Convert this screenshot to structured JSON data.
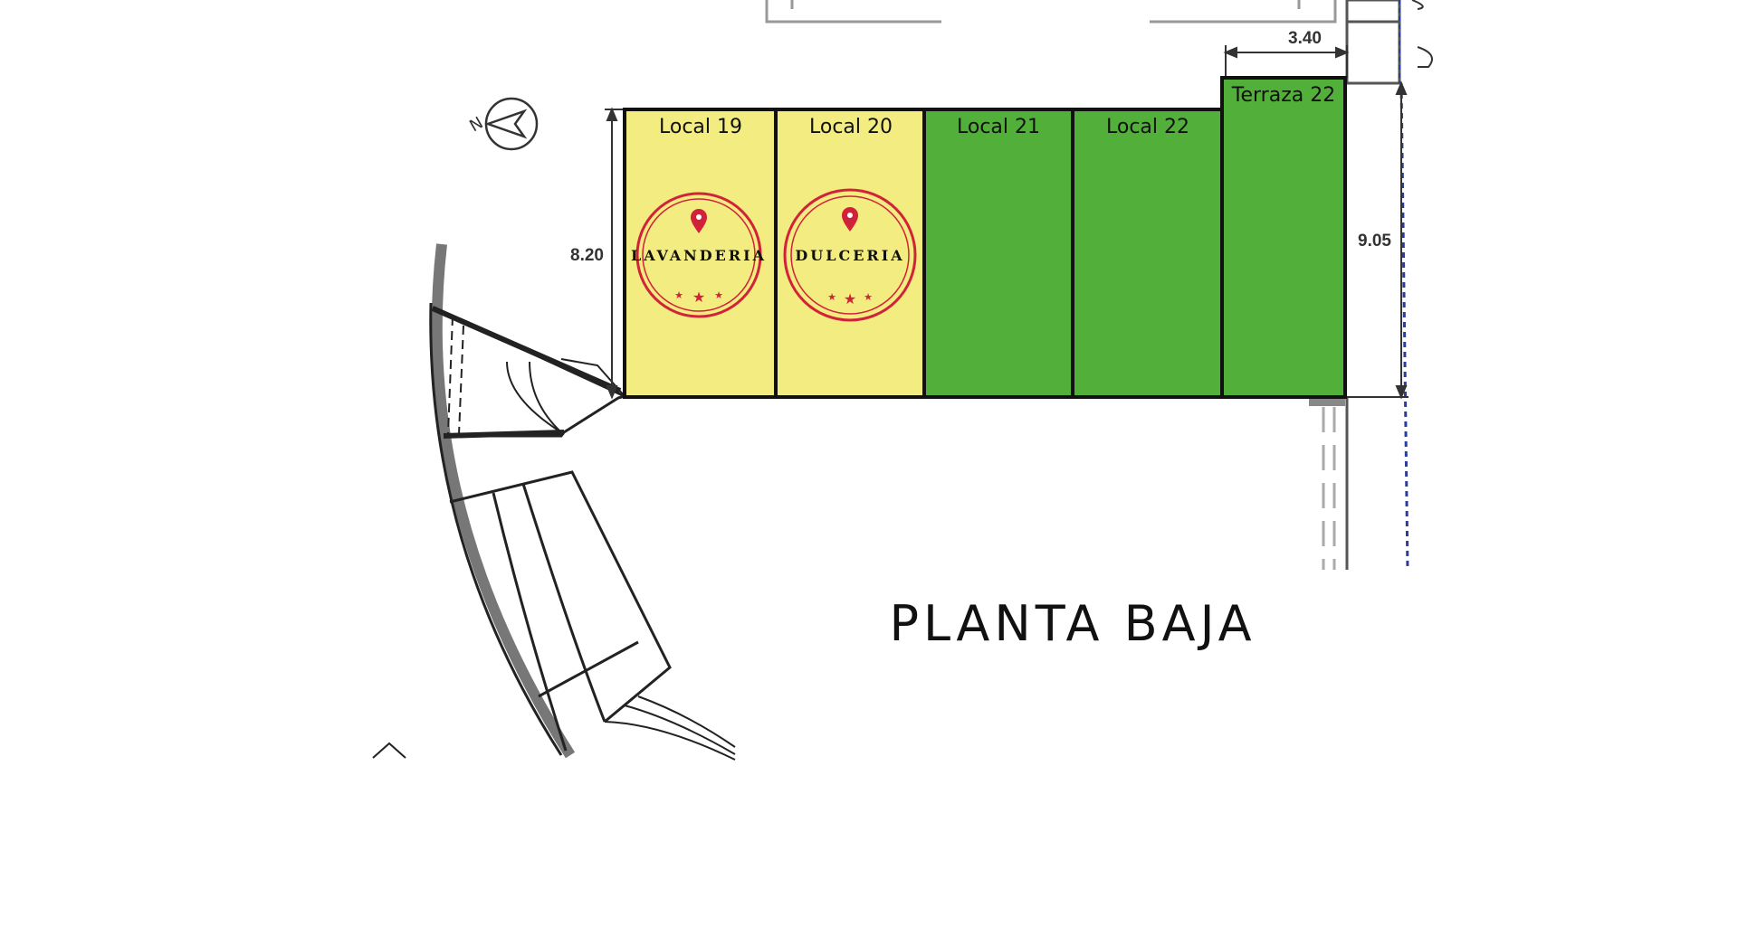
{
  "units": [
    {
      "label": "Local 19",
      "status": "occupied",
      "color": "#f3ec80",
      "stamp": "LAVANDERIA"
    },
    {
      "label": "Local 20",
      "status": "occupied",
      "color": "#f3ec80",
      "stamp": "DULCERIA"
    },
    {
      "label": "Local 21",
      "status": "available",
      "color": "#52b03a"
    },
    {
      "label": "Local 22",
      "status": "available",
      "color": "#52b03a"
    },
    {
      "label": "Terraza 22",
      "status": "available",
      "color": "#52b03a"
    }
  ],
  "dimensions": {
    "depth_left": "8.20",
    "depth_right": "9.05",
    "terrace_width": "3.40"
  },
  "title": "PLANTA BAJA",
  "icons": {
    "north_arrow": "north-arrow-icon",
    "stamp_pin": "map-pin-icon",
    "stamp_stars": "star-icon"
  },
  "stamp_color": "#d0233a"
}
